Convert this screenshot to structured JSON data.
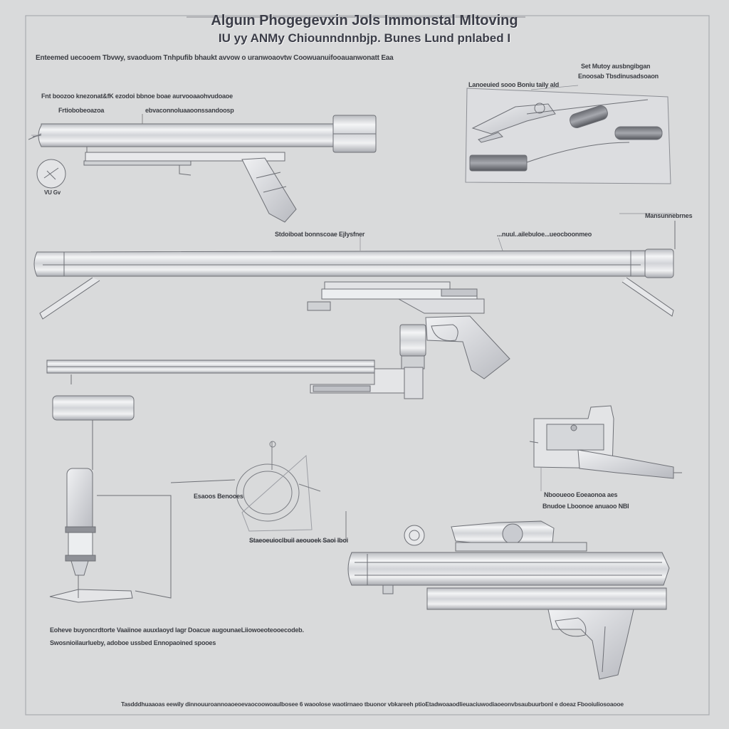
{
  "title": {
    "line1": "Alguın Phogegevxin Jols Immonstal Mltoving",
    "line2": "IU yy ANMy Chiounndnnbjp. Bunes Lund pnlabed I"
  },
  "intro": "Enteemed uecooem Tbvwy, svaoduom Tnhpufib bhaukt avvow o uranwoaovtw Coowuanuifooauanwonatt Eaa",
  "labels": {
    "fig1_a": "Fnt boozoo knezonat&fK ezodoi bbnoe boae aurvooaaohvudoaoe",
    "fig1_b": "Frtiobobeoazoa",
    "fig1_c": "ebvaconnoluaaoonssandoosp",
    "fig1_d": "VU Gv",
    "fig2_a": "Set Mutoy ausbngibgan",
    "fig2_b": "Enoosab Tbsdinusadsoaon",
    "fig2_c": "Lanoeuied sooo Boniu taily ald",
    "fig3_a": "Mansunnebrnes",
    "fig3_b": "Stdoiboat bonnscoae Ejlysfner",
    "fig3_c": "...nuul..ailebuloe...ueocboonmeo",
    "fig5_a": "Esaoos Benooes",
    "fig5_b": "Staeoeuioclbuil aeouoek Saoi lboi",
    "fig6_a": "Nbooueoo Eoeaonoa aes",
    "fig6_b": "Bnudoe Lboonoe anuaoo NBI",
    "note_1": "Eoheve buyoncrdtorte Vaaiinoe auuxlaoyd lagr Doacue augounaeLiiowoeoteooecodeb.",
    "note_2": "Swosnioilaurlueby, adoboe ussbed Ennopaoined spooes",
    "footer": "Tasdddhuaaoas eewily dinnouuroannoaoeoevaocoowoaulbosee 6 waoolose waotirnaeo tbuonor vbkareeh ptioEtadwoaaodlieuaciuwodiaoeonvbsaubuurbonl e doeaz Fbooiuliosoaooe"
  }
}
